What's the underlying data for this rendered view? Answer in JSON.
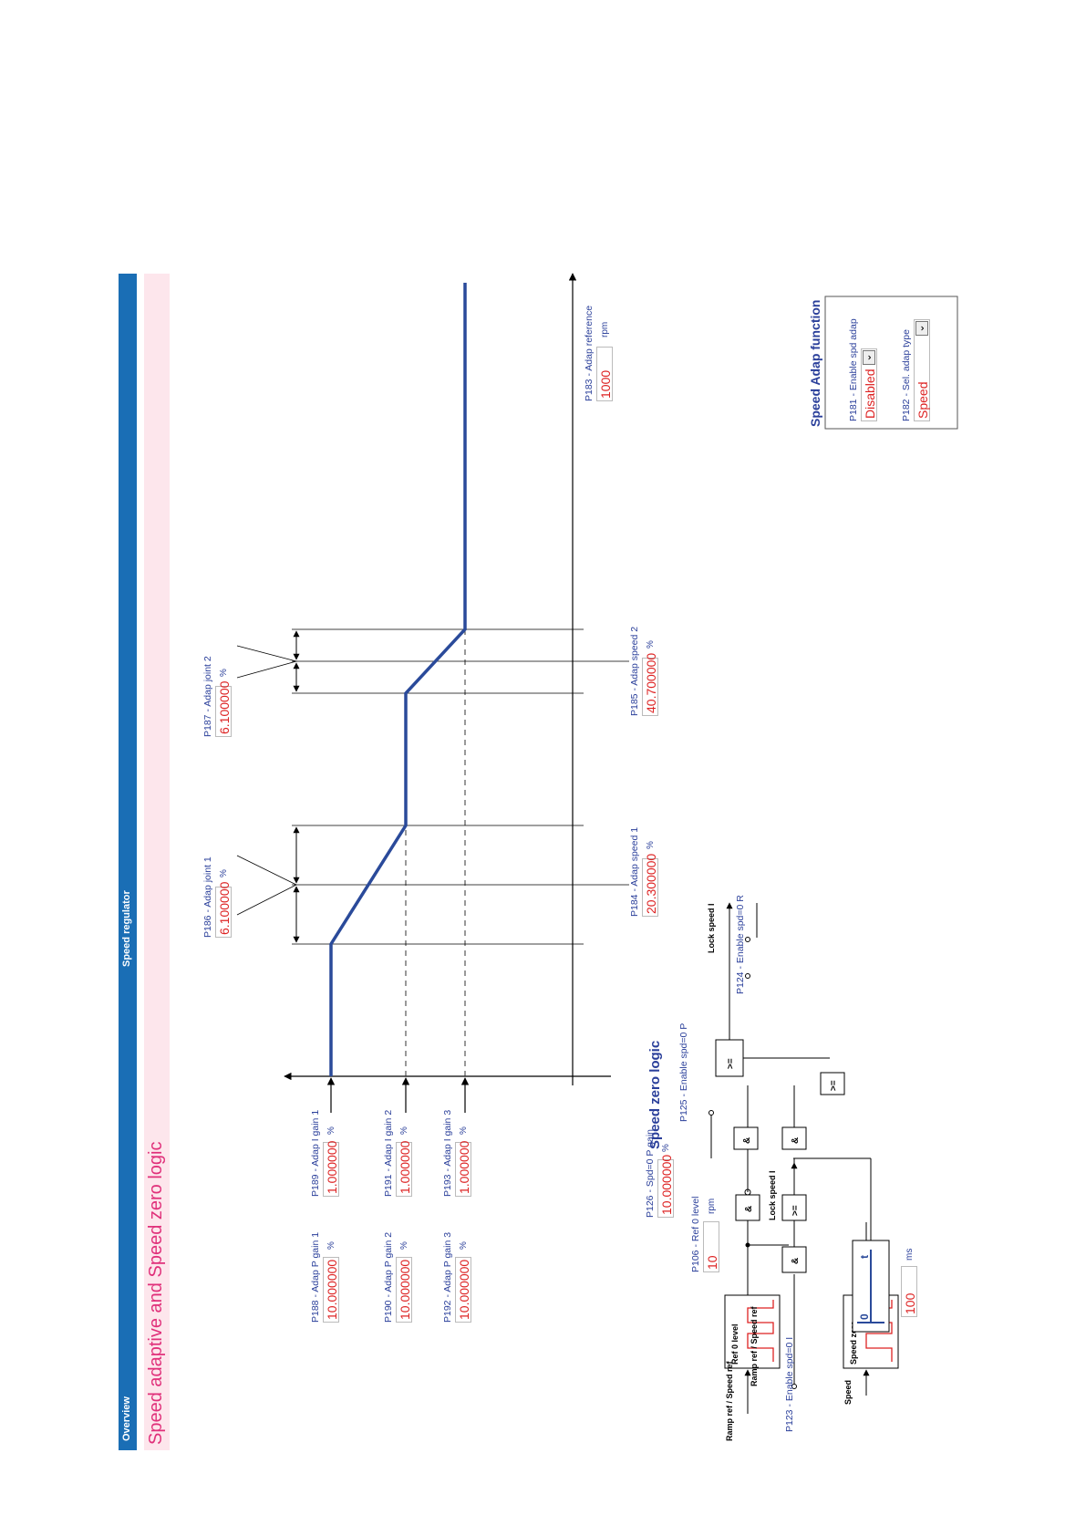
{
  "header": {
    "tabs": [
      "Overview",
      "Speed regulator"
    ],
    "page_title": "Speed adaptive and Speed zero logic"
  },
  "adap_function": {
    "title": "Speed Adap function",
    "enable": {
      "label": "P181 - Enable spd adap",
      "value": "Disabled"
    },
    "type": {
      "label": "P182 - Sel. adap type",
      "value": "Speed"
    },
    "reference": {
      "label": "P183 - Adap reference",
      "value": "1000",
      "unit": "rpm"
    }
  },
  "gains": {
    "p_gain_1": {
      "label": "P188 - Adap P gain 1",
      "value": "10.000000",
      "unit": "%"
    },
    "i_gain_1": {
      "label": "P189 - Adap I gain 1",
      "value": "1.000000",
      "unit": "%"
    },
    "p_gain_2": {
      "label": "P190 - Adap P gain 2",
      "value": "10.000000",
      "unit": "%"
    },
    "i_gain_2": {
      "label": "P191 - Adap I gain 2",
      "value": "1.000000",
      "unit": "%"
    },
    "p_gain_3": {
      "label": "P192 - Adap P gain 3",
      "value": "10.000000",
      "unit": "%"
    },
    "i_gain_3": {
      "label": "P193 - Adap I gain 3",
      "value": "1.000000",
      "unit": "%"
    }
  },
  "joints": {
    "joint_1": {
      "label": "P186 - Adap joint 1",
      "value": "6.100000",
      "unit": "%"
    },
    "joint_2": {
      "label": "P187 - Adap joint 2",
      "value": "6.100000",
      "unit": "%"
    },
    "speed_1": {
      "label": "P184 - Adap speed 1",
      "value": "20.300000",
      "unit": "%"
    },
    "speed_2": {
      "label": "P185 - Adap speed 2",
      "value": "40.700000",
      "unit": "%"
    }
  },
  "speed_zero": {
    "title": "Speed zero logic",
    "p_gain": {
      "label": "P126 - Spd=0 P gain",
      "value": "10.000000",
      "unit": "%"
    },
    "ref_level": {
      "label": "P106 - Ref 0 level",
      "value": "10",
      "unit": "rpm"
    },
    "delay": {
      "value": "100",
      "unit": "ms"
    },
    "enable_i": "P123 - Enable spd=0 I",
    "enable_p": "P125 - Enable spd=0 P",
    "enable_r": "P124 - Enable spd=0 R",
    "ramp_ref": "Ramp ref / Speed ref",
    "speed": "Speed",
    "ref0_block": "Ref 0 level",
    "speedzero_block": "Speed zero",
    "lock_speed_1": "Lock speed I",
    "lock_speed_2": "Lock speed I",
    "and": "&",
    "ge": ">=",
    "timer_0": "0",
    "timer_t": "t"
  },
  "colors": {
    "accent": "#1a6eb5",
    "title": "#e0307a",
    "curve": "#2a4a9a",
    "label": "#2a3f9a",
    "value": "#dd2222"
  }
}
